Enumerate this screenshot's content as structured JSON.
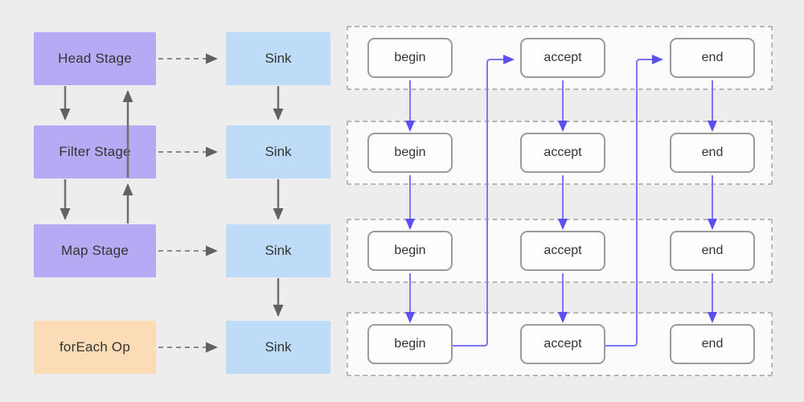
{
  "diagram": {
    "title": "stream pipeline to sink lifecycle diagram",
    "colors": {
      "background": "#ededed",
      "stage_fill": "#b4abf4",
      "op_fill": "#fcdcb7",
      "sink_fill": "#bedcf8",
      "node_fill": "#fefefe",
      "node_border": "#9b9b9b",
      "lane_border": "#b7b7b7",
      "lane_fill": "#fbfbfb",
      "gray_arrow": "#6f6f6f",
      "blue_arrow": "#7b76f3",
      "text": "#333333"
    }
  },
  "pipeline": {
    "stages": [
      {
        "label": "Head Stage"
      },
      {
        "label": "Filter Stage"
      },
      {
        "label": "Map Stage"
      },
      {
        "label": "forEach Op"
      }
    ],
    "sinks": [
      {
        "label": "Sink"
      },
      {
        "label": "Sink"
      },
      {
        "label": "Sink"
      },
      {
        "label": "Sink"
      }
    ]
  },
  "lifecycle": {
    "rows": [
      {
        "cells": [
          {
            "label": "begin"
          },
          {
            "label": "accept"
          },
          {
            "label": "end"
          }
        ]
      },
      {
        "cells": [
          {
            "label": "begin"
          },
          {
            "label": "accept"
          },
          {
            "label": "end"
          }
        ]
      },
      {
        "cells": [
          {
            "label": "begin"
          },
          {
            "label": "accept"
          },
          {
            "label": "end"
          }
        ]
      },
      {
        "cells": [
          {
            "label": "begin"
          },
          {
            "label": "accept"
          },
          {
            "label": "end"
          }
        ]
      }
    ]
  }
}
